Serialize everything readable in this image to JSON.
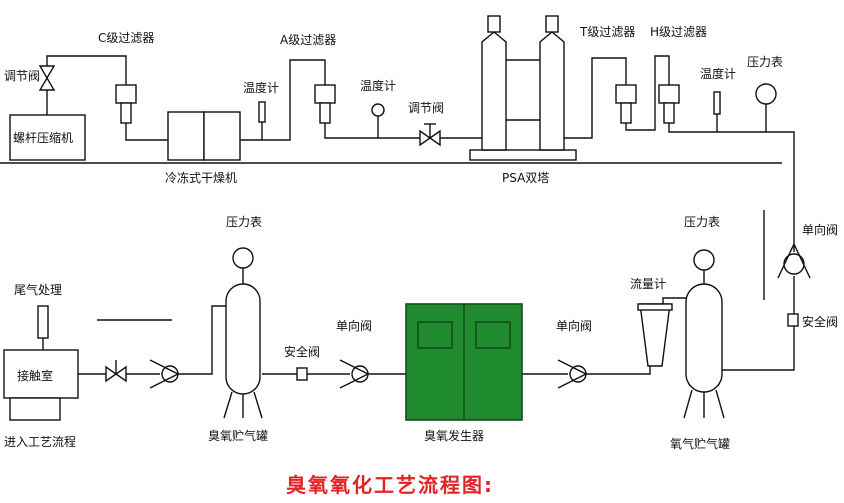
{
  "labels": {
    "regulating_valve_left": "调节阀",
    "screw_compressor": "螺杆压缩机",
    "c_filter": "C级过滤器",
    "freeze_dryer": "冷冻式干燥机",
    "thermometer_1": "温度计",
    "a_filter": "A级过滤器",
    "thermometer_2": "温度计",
    "regulating_valve_mid": "调节阀",
    "psa_tower": "PSA双塔",
    "t_filter": "T级过滤器",
    "h_filter": "H级过滤器",
    "thermometer_3": "温度计",
    "pressure_gauge_top": "压力表",
    "check_valve_right": "单向阀",
    "safety_valve_right": "安全阀",
    "pressure_gauge_ozone_tank": "压力表",
    "tail_gas": "尾气处理",
    "contact_chamber": "接触室",
    "into_process": "进入工艺流程",
    "ozone_tank": "臭氧贮气罐",
    "safety_valve_mid": "安全阀",
    "check_valve_mid": "单向阀",
    "ozone_generator": "臭氧发生器",
    "check_valve_gen": "单向阀",
    "flowmeter": "流量计",
    "pressure_gauge_oxygen_tank": "压力表",
    "oxygen_tank": "氧气贮气罐"
  },
  "title": "臭氧氧化工艺流程图:",
  "colors": {
    "title": "#e32424",
    "generator_fill": "#1f8a2e",
    "generator_stroke": "#0f4f19",
    "line": "#111111"
  }
}
